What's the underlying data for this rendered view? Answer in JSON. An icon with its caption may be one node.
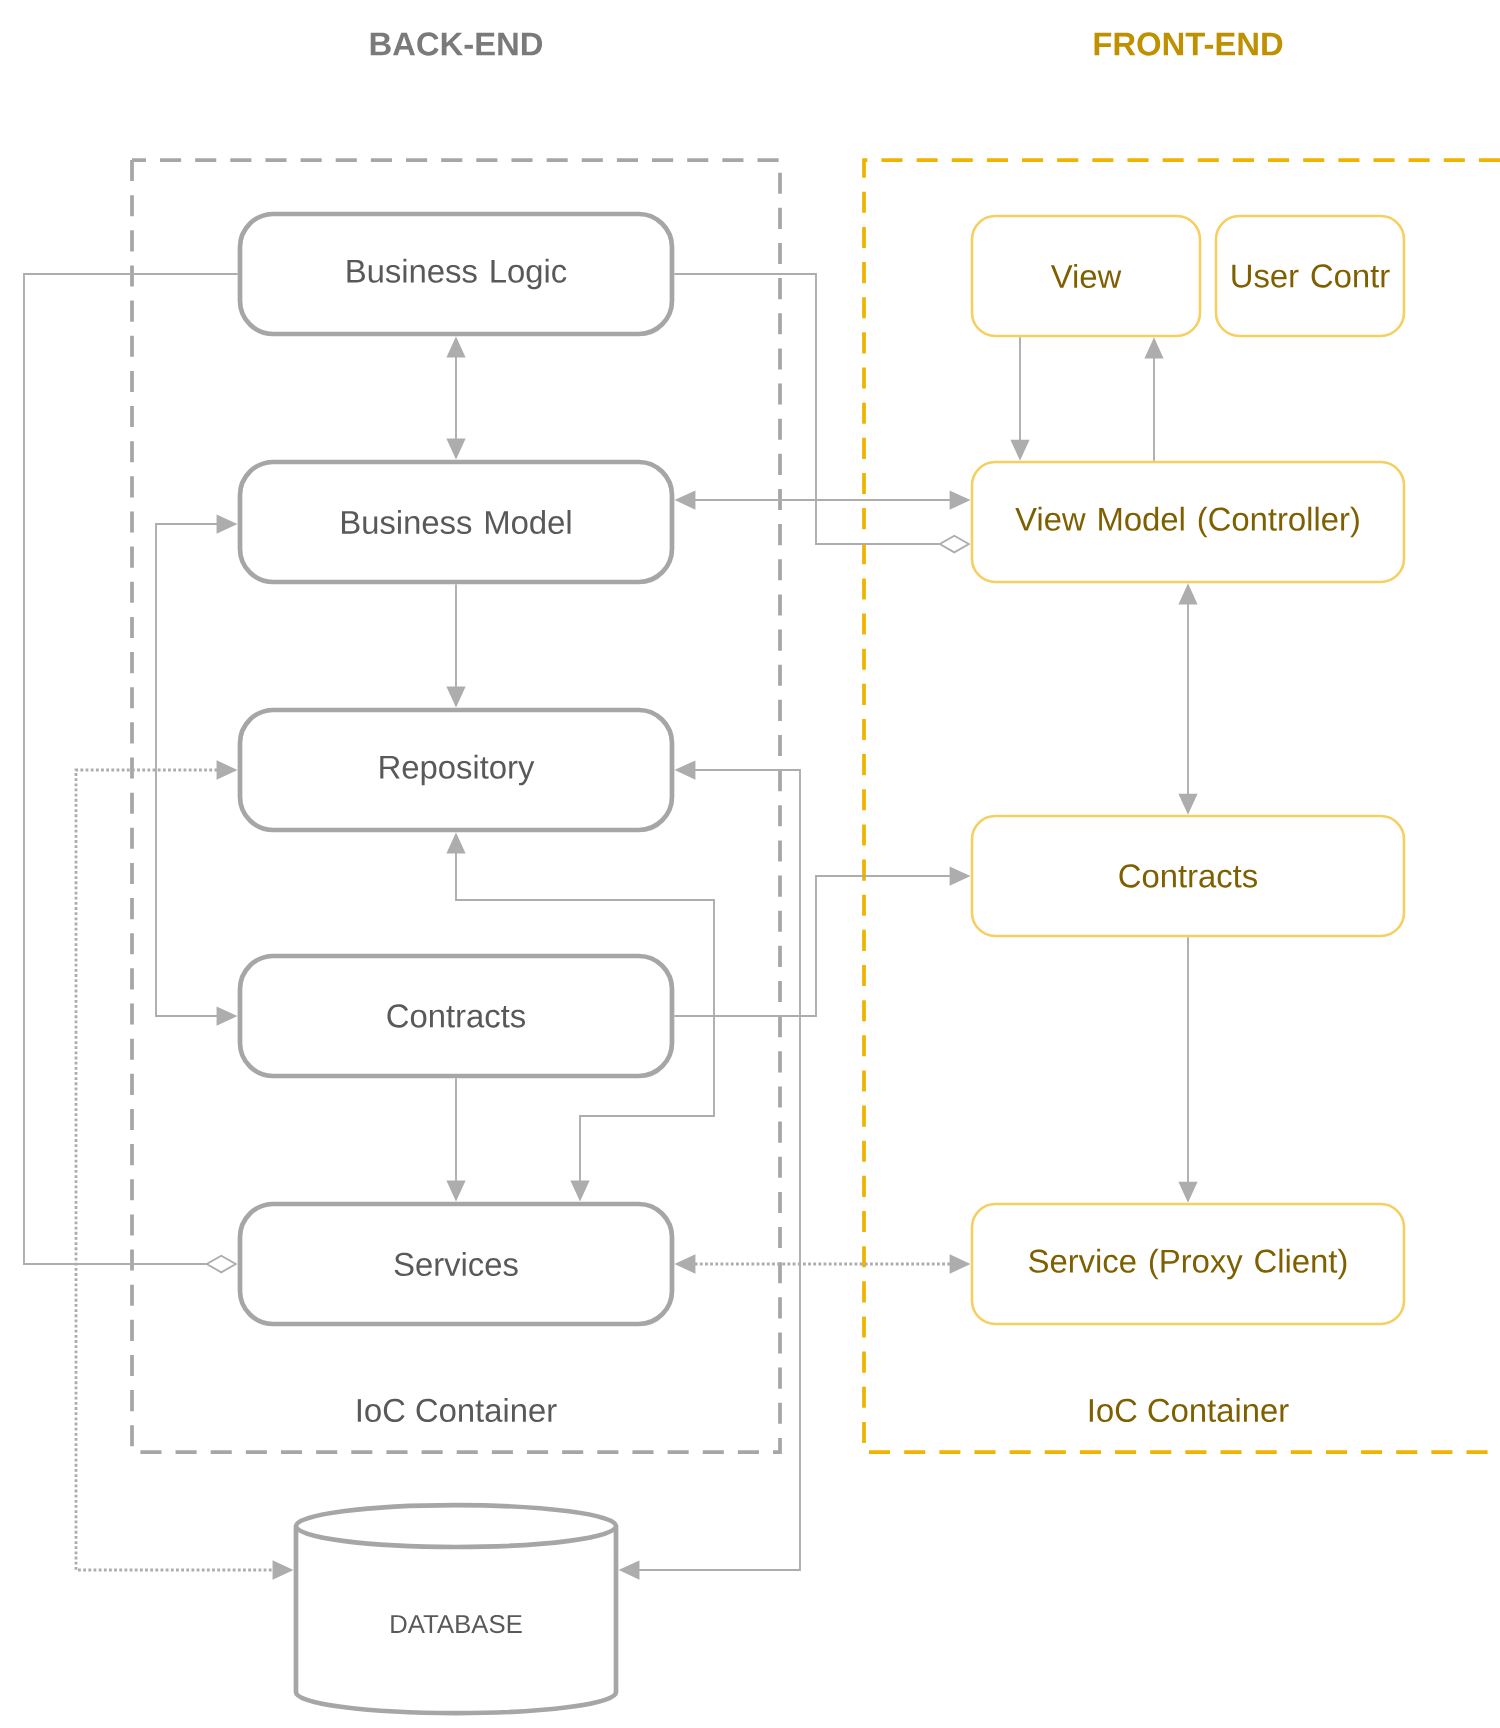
{
  "diagram": {
    "nodes": [
      {
        "text": [
          "BACK-END",
          "IoC Container"
        ]
      },
      {
        "text": [
          "FRONT-END",
          "IoC Container"
        ]
      },
      {
        "text": [
          "Business Logic"
        ],
        "in": 0
      },
      {
        "text": [
          "Business Model"
        ],
        "in": 0
      },
      {
        "text": [
          "Repository"
        ],
        "in": 0
      },
      {
        "text": [
          "Contracts"
        ],
        "in": 0
      },
      {
        "text": [
          "Services"
        ],
        "in": 0
      },
      {
        "text": [
          "View"
        ],
        "in": 1
      },
      {
        "text": [
          "User Contr"
        ],
        "in": 1
      },
      {
        "text": [
          "View Model (Controller)"
        ],
        "in": 1
      },
      {
        "text": [
          "Contracts"
        ],
        "in": 1
      },
      {
        "text": [
          "Service (Proxy Client)"
        ],
        "in": 1
      },
      {
        "text": [
          "DATABASE"
        ]
      }
    ],
    "edges": [
      {
        "from": 2,
        "to": 3,
        "arrow": "both"
      },
      {
        "from": 3,
        "to": 4,
        "arrow": "to"
      },
      {
        "from": 3,
        "to": 9,
        "arrow": "both"
      },
      {
        "from": 2,
        "to": 9,
        "arrow": "other"
      },
      {
        "from": 2,
        "to": 6,
        "arrow": "other"
      },
      {
        "from": 3,
        "to": 5,
        "arrow": "both"
      },
      {
        "from": 5,
        "to": 6,
        "arrow": "to"
      },
      {
        "from": 4,
        "to": 6,
        "arrow": "both"
      },
      {
        "from": 5,
        "to": 10,
        "arrow": "to"
      },
      {
        "from": 4,
        "to": 12,
        "arrow": "both"
      },
      {
        "from": 4,
        "to": 12,
        "arrow": "both",
        "style": "dashed"
      },
      {
        "from": 6,
        "to": 11,
        "arrow": "both",
        "style": "dashed"
      },
      {
        "from": 7,
        "to": 9,
        "arrow": "to"
      },
      {
        "from": 9,
        "to": 7,
        "arrow": "to"
      },
      {
        "from": 9,
        "to": 10,
        "arrow": "both"
      },
      {
        "from": 10,
        "to": 11,
        "arrow": "to"
      }
    ]
  }
}
